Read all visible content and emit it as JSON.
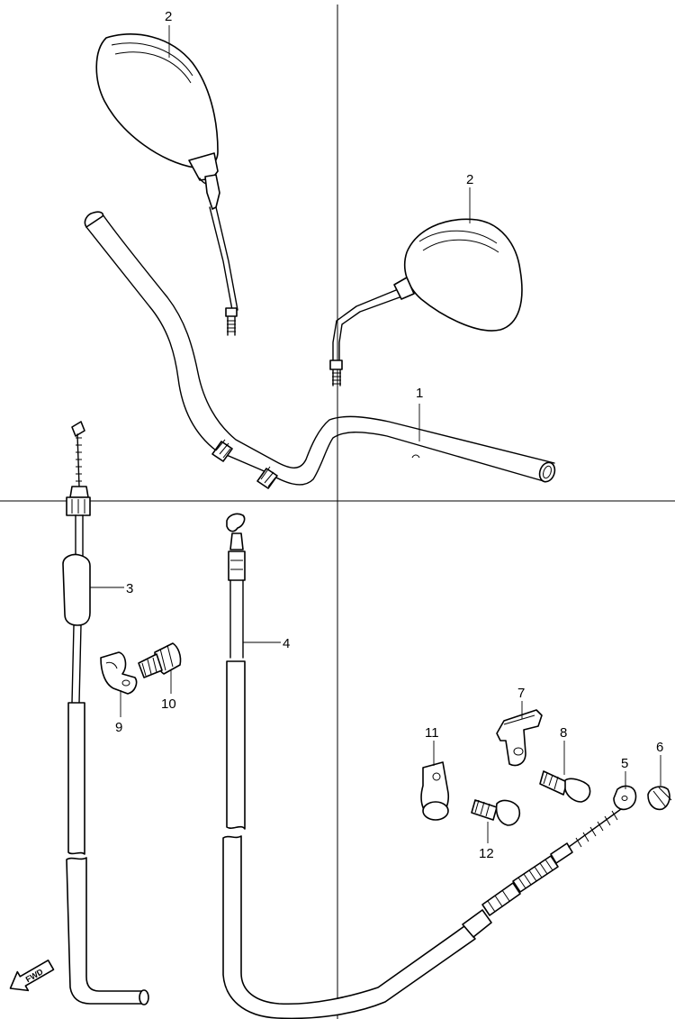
{
  "diagram": {
    "fwd_label": "FWD",
    "callouts": [
      {
        "id": "c1",
        "label": "1"
      },
      {
        "id": "c2a",
        "label": "2"
      },
      {
        "id": "c2b",
        "label": "2"
      },
      {
        "id": "c3",
        "label": "3"
      },
      {
        "id": "c4",
        "label": "4"
      },
      {
        "id": "c5",
        "label": "5"
      },
      {
        "id": "c6",
        "label": "6"
      },
      {
        "id": "c7",
        "label": "7"
      },
      {
        "id": "c8",
        "label": "8"
      },
      {
        "id": "c9",
        "label": "9"
      },
      {
        "id": "c10",
        "label": "10"
      },
      {
        "id": "c11",
        "label": "11"
      },
      {
        "id": "c12",
        "label": "12"
      }
    ]
  }
}
